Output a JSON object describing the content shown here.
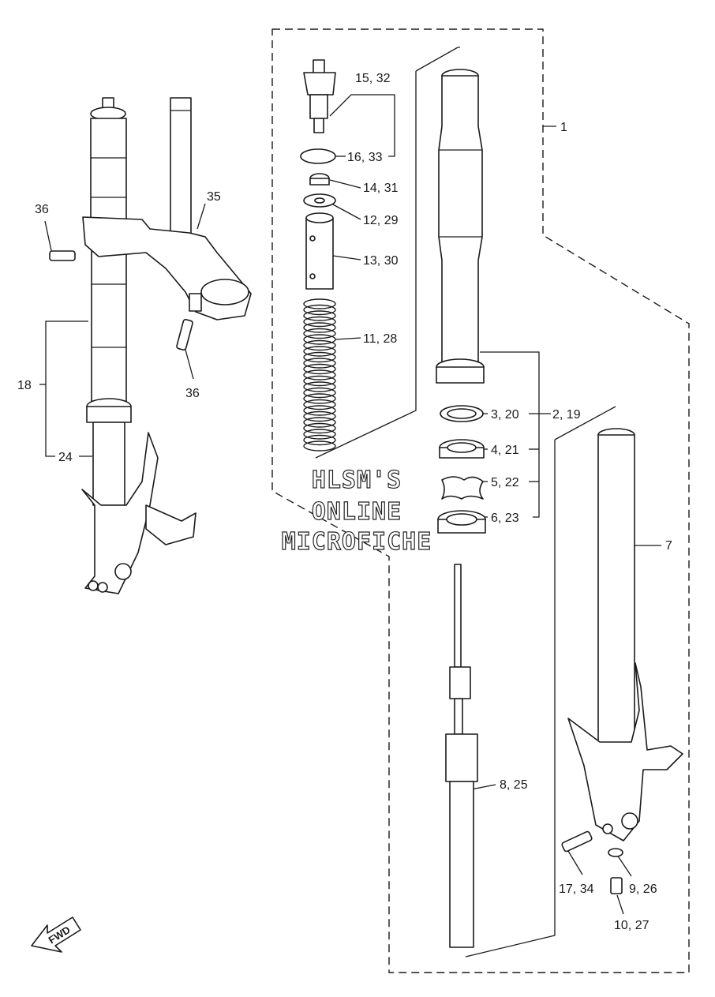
{
  "callouts": {
    "c1": "1",
    "c2_19": "2, 19",
    "c3_20": "3, 20",
    "c4_21": "4, 21",
    "c5_22": "5, 22",
    "c6_23": "6, 23",
    "c7": "7",
    "c8_25": "8, 25",
    "c9_26": "9, 26",
    "c10_27": "10, 27",
    "c11_28": "11, 28",
    "c12_29": "12, 29",
    "c13_30": "13, 30",
    "c14_31": "14, 31",
    "c15_32": "15, 32",
    "c16_33": "16, 33",
    "c17_34": "17, 34",
    "c18": "18",
    "c24": "24",
    "c35": "35",
    "c36_top": "36",
    "c36_bottom": "36"
  },
  "watermark": {
    "line1": "HLSM'S",
    "line2": "ONLINE",
    "line3": "MICROFICHE"
  },
  "fwd_label": "FWD"
}
